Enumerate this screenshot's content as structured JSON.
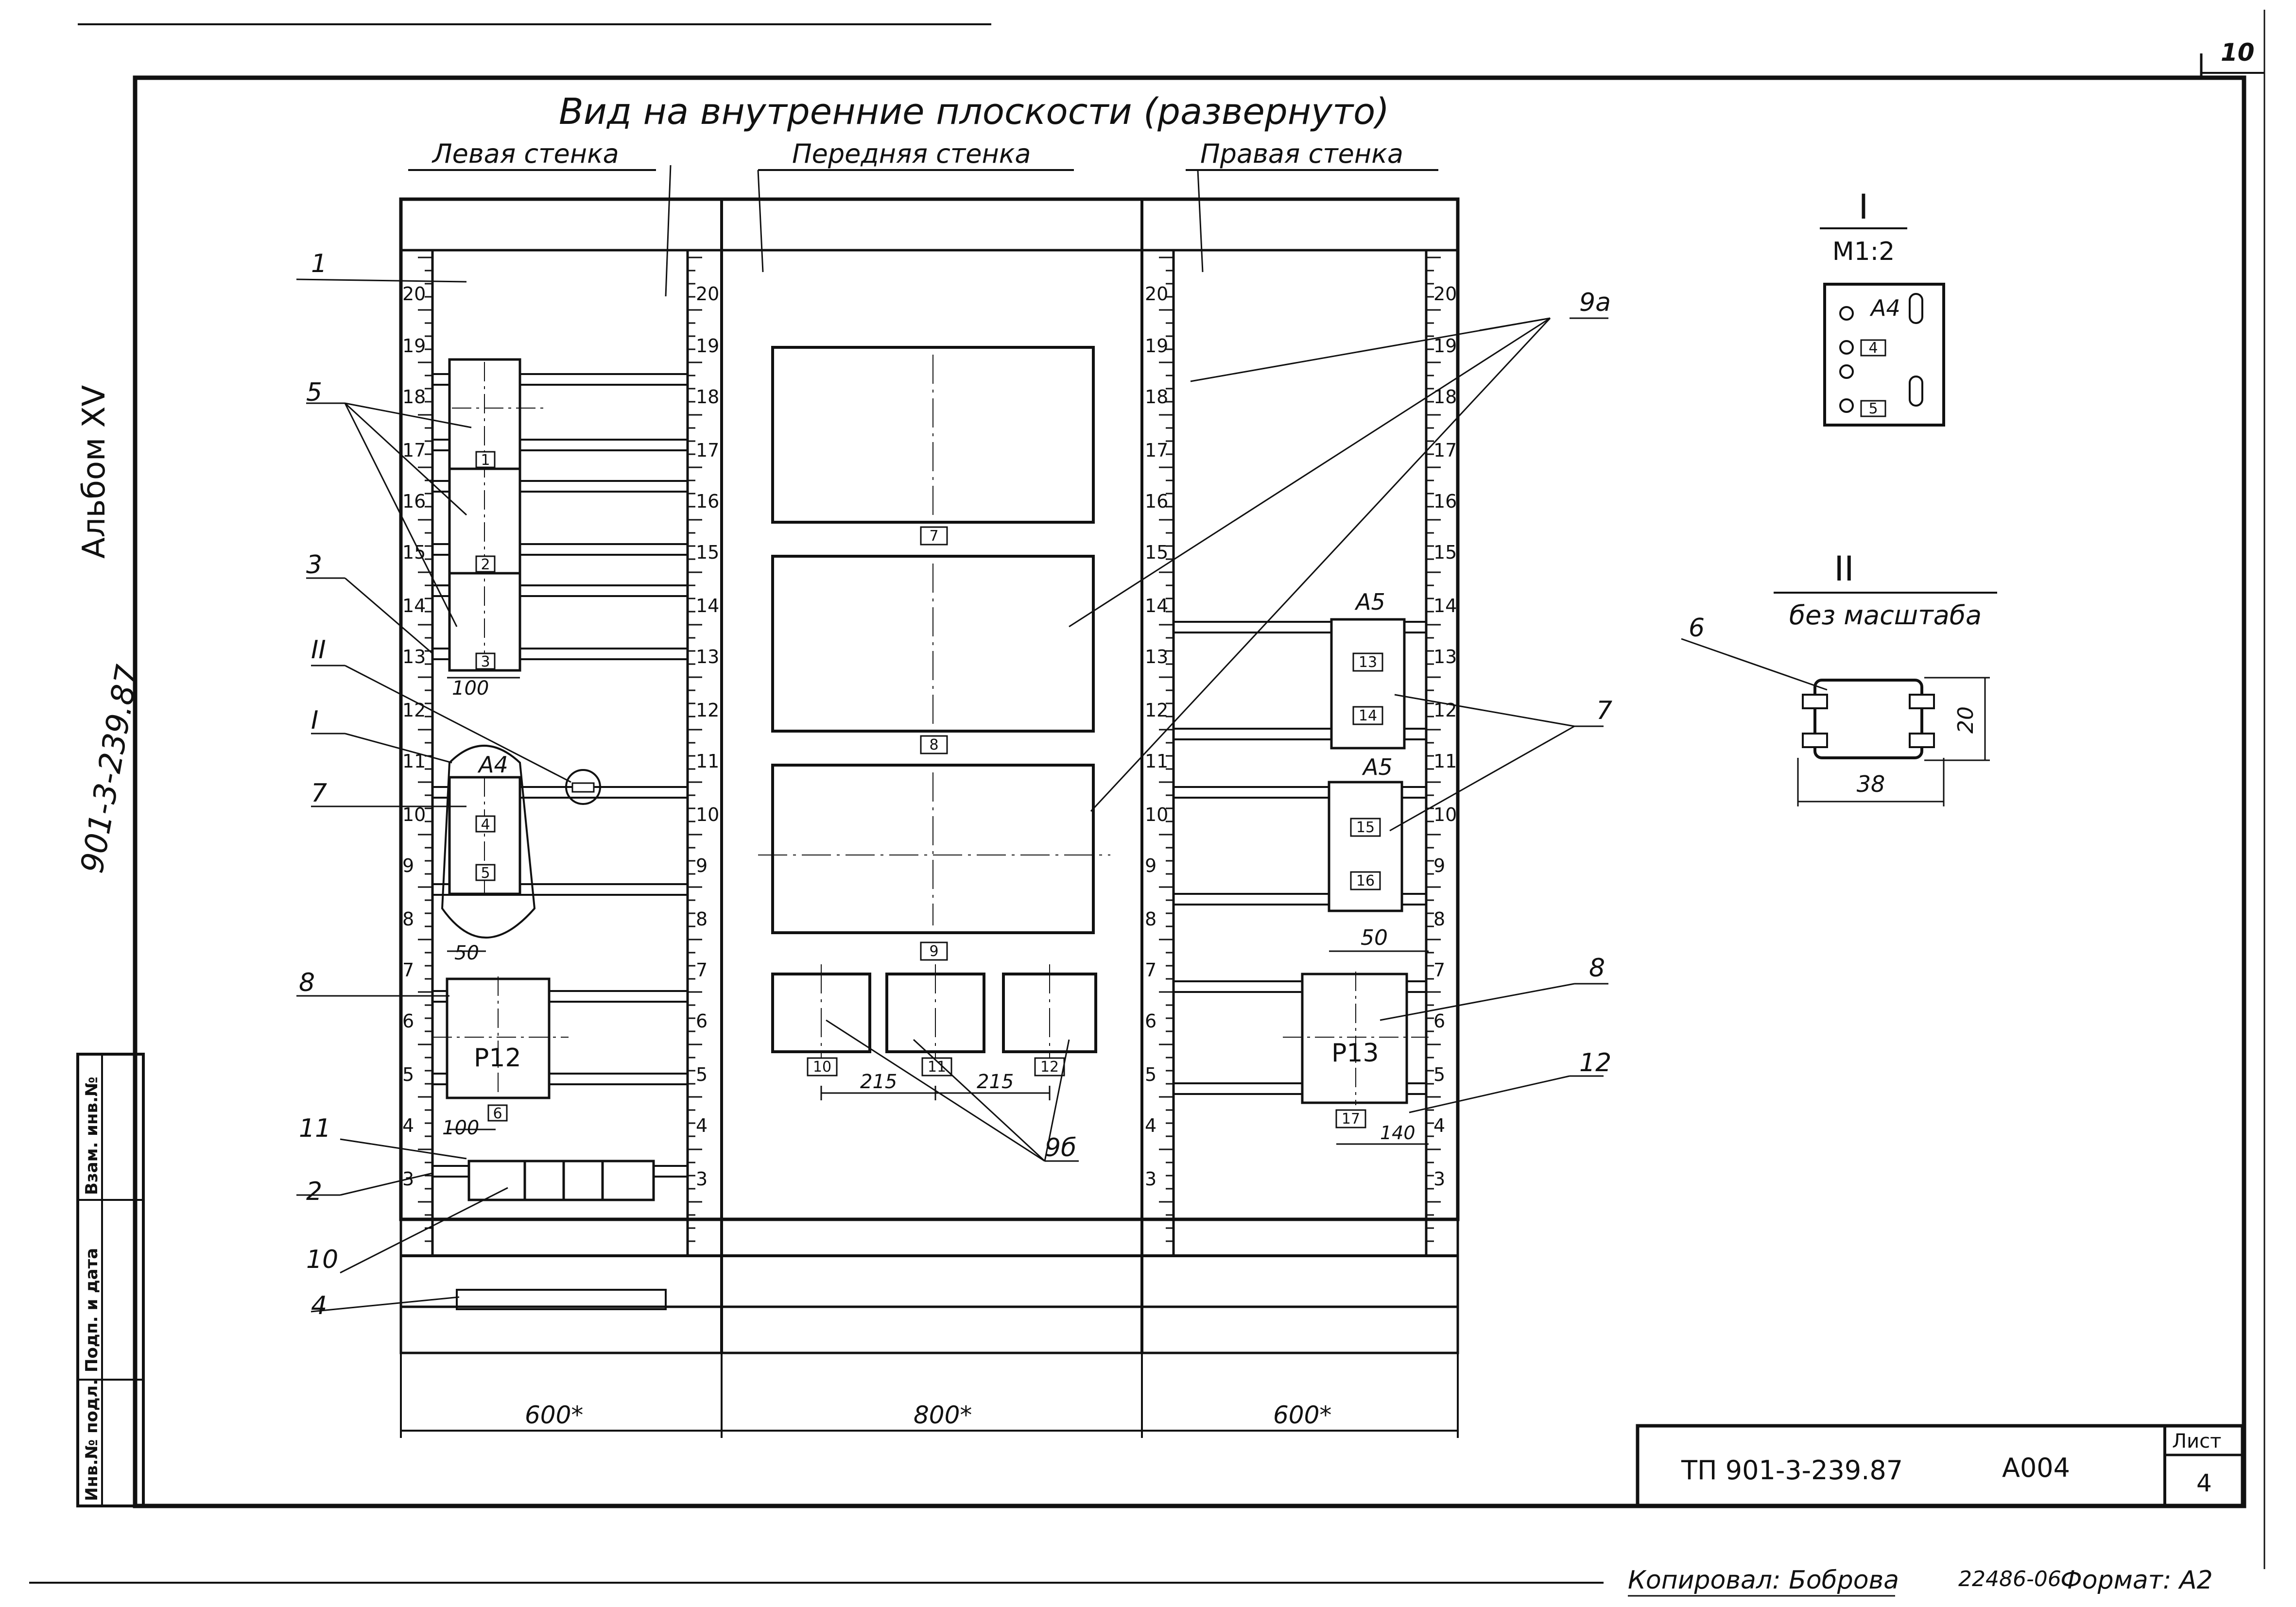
{
  "sheet_number_top": "10",
  "album_label": "Альбом XV",
  "doc_code_vertical": "901-3-239.87",
  "title": "Вид на внутренние плоскости (развернуто)",
  "walls": {
    "left": "Левая стенка",
    "front": "Передняя стенка",
    "right": "Правая стенка"
  },
  "scale_left": [
    "20",
    "19",
    "18",
    "17",
    "16",
    "15",
    "14",
    "13",
    "12",
    "11",
    "10",
    "9",
    "8",
    "7",
    "6",
    "5",
    "4",
    "3"
  ],
  "scale_inner": [
    "20",
    "19",
    "18",
    "17",
    "16",
    "15",
    "14",
    "13",
    "12",
    "11",
    "10",
    "9",
    "8",
    "7",
    "6",
    "5",
    "4",
    "3"
  ],
  "scale_right": [
    "20",
    "19",
    "18",
    "17",
    "16",
    "15",
    "14",
    "13",
    "12",
    "11",
    "10",
    "9",
    "8",
    "7",
    "6",
    "5",
    "4",
    "3"
  ],
  "callouts": {
    "c1": "1",
    "c5": "5",
    "c3": "3",
    "cII": "II",
    "cI": "I",
    "c7a": "7",
    "c8a": "8",
    "c11": "11",
    "c2": "2",
    "c10": "10",
    "c4": "4",
    "c9a": "9а",
    "c7b": "7",
    "c8b": "8",
    "c12": "12",
    "c9b": "9б"
  },
  "device_labels": {
    "a4": "А4",
    "p12": "Р12",
    "a5_top": "А5",
    "a5_bottom": "А5",
    "p13": "Р13"
  },
  "markers": {
    "m1": "1",
    "m2": "2",
    "m3": "3",
    "m4": "4",
    "m5": "5",
    "m6": "6",
    "m7": "7",
    "m8": "8",
    "m9": "9",
    "m10": "10",
    "m11": "11",
    "m12": "12",
    "m13": "13",
    "m14": "14",
    "m15": "15",
    "m16": "16",
    "m17": "17"
  },
  "dimensions": {
    "d100a": "100",
    "d50a": "50",
    "d100b": "100",
    "d215a": "215",
    "d215b": "215",
    "d50b": "50",
    "d140": "140",
    "w_left": "600*",
    "w_front": "800*",
    "w_right": "600*"
  },
  "detail_I": {
    "title": "I",
    "scale": "М1:2",
    "a4": "А4",
    "m4": "4",
    "m5": "5"
  },
  "detail_II": {
    "title": "II",
    "scale": "без масштаба",
    "callout": "6",
    "dim_h": "20",
    "dim_w": "38"
  },
  "side_stamp": [
    "Инв.№ подл.",
    "Подп. и дата",
    "Взам. инв.№"
  ],
  "title_block": {
    "code": "ТП 901-3-239.87",
    "album": "А004",
    "sheet_label": "Лист",
    "sheet_value": "4"
  },
  "footer": {
    "copied": "Копировал: Боброва",
    "order": "22486-06",
    "format": "Формат: А2"
  }
}
